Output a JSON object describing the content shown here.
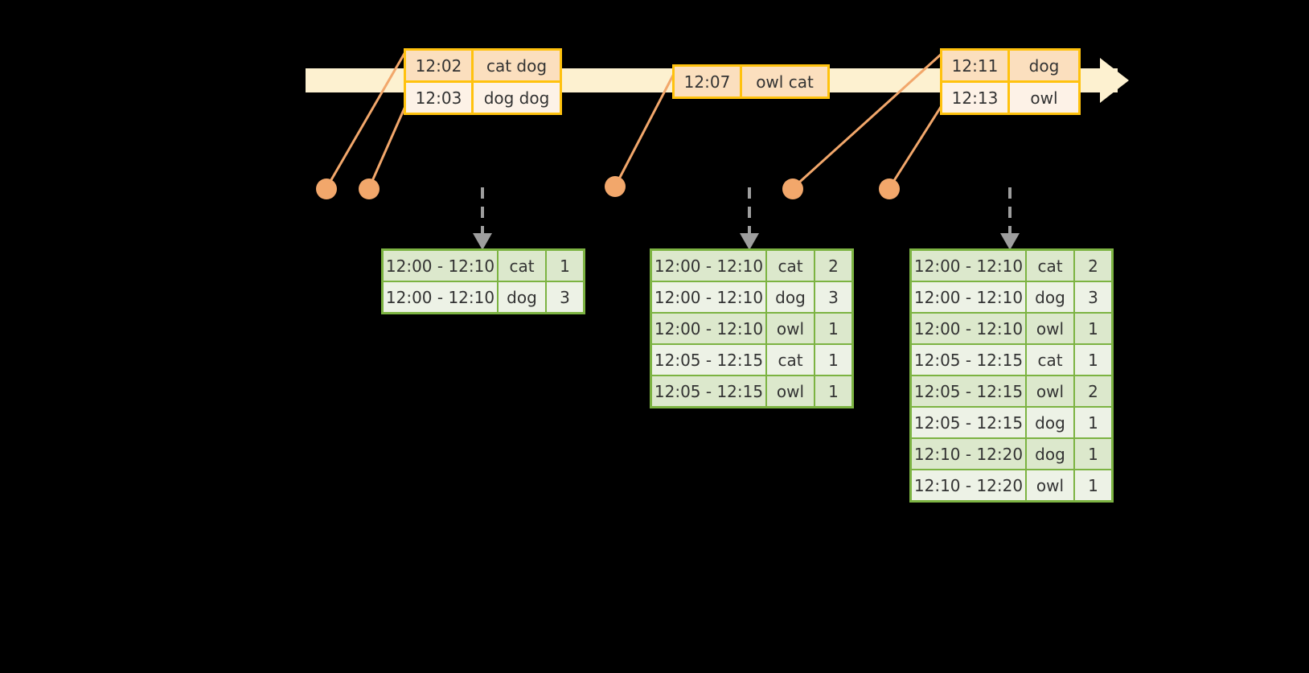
{
  "timeline": {
    "name": "event-timeline",
    "direction": "left-to-right",
    "bar_color": "#FDF1D0",
    "accent_color": "#FFC20E"
  },
  "events": [
    {
      "id": "event-group-1",
      "rows": [
        {
          "time": "12:02",
          "value": "cat dog"
        },
        {
          "time": "12:03",
          "value": "dog dog"
        }
      ]
    },
    {
      "id": "event-group-2",
      "rows": [
        {
          "time": "12:07",
          "value": "owl cat"
        }
      ]
    },
    {
      "id": "event-group-3",
      "rows": [
        {
          "time": "12:11",
          "value": "dog"
        },
        {
          "time": "12:13",
          "value": "owl"
        }
      ]
    }
  ],
  "tables": [
    {
      "id": "result-table-1",
      "rows": [
        {
          "window": "12:00 - 12:10",
          "key": "cat",
          "count": "1"
        },
        {
          "window": "12:00 - 12:10",
          "key": "dog",
          "count": "3"
        }
      ]
    },
    {
      "id": "result-table-2",
      "rows": [
        {
          "window": "12:00 - 12:10",
          "key": "cat",
          "count": "2"
        },
        {
          "window": "12:00 - 12:10",
          "key": "dog",
          "count": "3"
        },
        {
          "window": "12:00 - 12:10",
          "key": "owl",
          "count": "1"
        },
        {
          "window": "12:05 - 12:15",
          "key": "cat",
          "count": "1"
        },
        {
          "window": "12:05 - 12:15",
          "key": "owl",
          "count": "1"
        }
      ]
    },
    {
      "id": "result-table-3",
      "rows": [
        {
          "window": "12:00 - 12:10",
          "key": "cat",
          "count": "2"
        },
        {
          "window": "12:00 - 12:10",
          "key": "dog",
          "count": "3"
        },
        {
          "window": "12:00 - 12:10",
          "key": "owl",
          "count": "1"
        },
        {
          "window": "12:05 - 12:15",
          "key": "cat",
          "count": "1"
        },
        {
          "window": "12:05 - 12:15",
          "key": "owl",
          "count": "2"
        },
        {
          "window": "12:05 - 12:15",
          "key": "dog",
          "count": "1"
        },
        {
          "window": "12:10 - 12:20",
          "key": "dog",
          "count": "1"
        },
        {
          "window": "12:10 - 12:20",
          "key": "owl",
          "count": "1"
        }
      ]
    }
  ],
  "colors": {
    "background": "#000000",
    "timeline_fill": "#FDF1D0",
    "event_border": "#FFC20E",
    "event_shade": "#FBDFBE",
    "event_light": "#FDF2E7",
    "table_border": "#7CB342",
    "table_shade": "#DCE8CC",
    "table_light": "#EDF2E6",
    "connector": "#F2A76B",
    "arrow": "#9E9E9E"
  }
}
